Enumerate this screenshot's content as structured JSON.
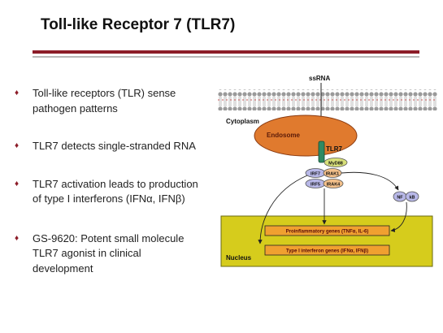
{
  "slide": {
    "title": "Toll-like Receptor 7 (TLR7)",
    "bullets": [
      {
        "line1": "Toll-like receptors (TLR) sense",
        "line2": "pathogen patterns",
        "line3": ""
      },
      {
        "line1": "TLR7 detects single-stranded RNA",
        "line2": "",
        "line3": ""
      },
      {
        "line1": "TLR7 activation leads to production",
        "line2": "of type I interferons (IFNα, IFNβ)",
        "line3": ""
      },
      {
        "line1": "GS-9620: Potent small molecule",
        "line2": "TLR7 agonist in clinical",
        "line3": "development"
      }
    ]
  },
  "diagram": {
    "ssrna": "ssRNA",
    "cytoplasm": "Cytoplasm",
    "endosome": "Endosome",
    "tlr7": "TLR7",
    "myd88": "MyD88",
    "irf7": "IRF7",
    "irak1": "IRAK1",
    "irf5": "IRF5",
    "irak4": "IRAK4",
    "nf": "NF",
    "kb": "kB",
    "nucleus": "Nucleus",
    "gene1": "Proinflammatory genes (TNFα, IL-6)",
    "gene2": "Type I interferon genes (IFNα, IFNβ)"
  },
  "colors": {
    "accent": "#8c1c28",
    "endosome": "#e07a2e",
    "nucleus": "#d6cc1c",
    "tlr7": "#2f8a63",
    "myd88": "#d8e07a",
    "irf": "#b8b8e8",
    "irak": "#f3c08a",
    "gene_box": "#f0a030"
  }
}
